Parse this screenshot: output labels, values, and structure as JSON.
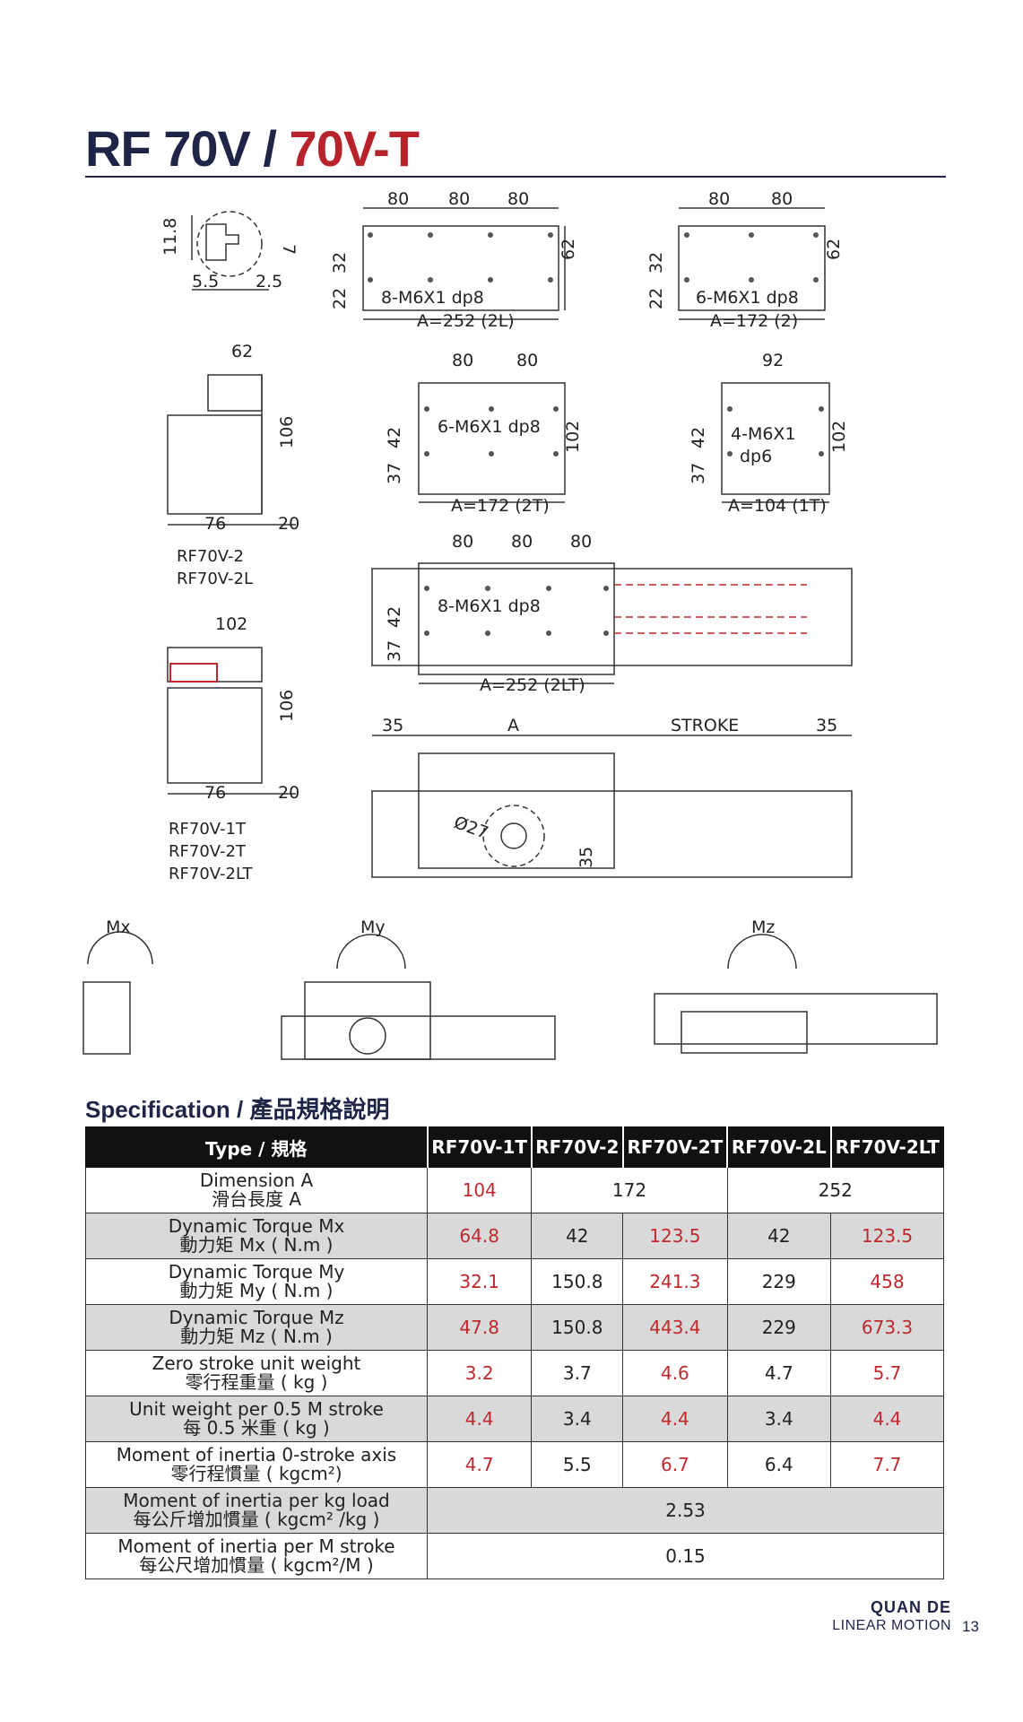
{
  "title": {
    "part1": "RF 70V",
    "sep": " / ",
    "part2": "70V-T"
  },
  "drawing_labels": {
    "d80": "80",
    "d11_8": "11.8",
    "d7": "7",
    "d5_5": "5.5",
    "d2_5": "2.5",
    "d32": "32",
    "d22": "22",
    "d62": "62",
    "d42": "42",
    "d37": "37",
    "d102": "102",
    "d106": "106",
    "d76": "76",
    "d20": "20",
    "d92": "92",
    "d35": "35",
    "holes_8": "8-M6X1 dp8",
    "holes_6": "6-M6X1 dp8",
    "holes_4a": "4-M6X1",
    "holes_4b": "dp6",
    "a252_2l": "A=252 (2L)",
    "a172_2": "A=172 (2)",
    "a172_2t": "A=172 (2T)",
    "a104_1t": "A=104 (1T)",
    "a252_2lt": "A=252 (2LT)",
    "dim_a": "A",
    "stroke": "STROKE",
    "dia27": "Ø27",
    "mx": "Mx",
    "my": "My",
    "mz": "Mz"
  },
  "captions": {
    "group1": [
      "RF70V-2",
      "RF70V-2L"
    ],
    "group2": [
      "RF70V-1T",
      "RF70V-2T",
      "RF70V-2LT"
    ]
  },
  "spec": {
    "heading": "Specification / 產品規格說明",
    "header": [
      "Type / 規格",
      "RF70V-1T",
      "RF70V-2",
      "RF70V-2T",
      "RF70V-2L",
      "RF70V-2LT"
    ],
    "rows": {
      "dimension": {
        "l1": "Dimension  A",
        "l2": "滑台長度 A",
        "v1": "104",
        "v2": "172",
        "v3": "252"
      },
      "mx": {
        "l1": "Dynamic Torque Mx",
        "l2": "動力矩 Mx ( N.m )",
        "v": [
          "64.8",
          "42",
          "123.5",
          "42",
          "123.5"
        ]
      },
      "my": {
        "l1": "Dynamic Torque My",
        "l2": "動力矩 My ( N.m )",
        "v": [
          "32.1",
          "150.8",
          "241.3",
          "229",
          "458"
        ]
      },
      "mz": {
        "l1": "Dynamic Torque Mz",
        "l2": "動力矩 Mz ( N.m )",
        "v": [
          "47.8",
          "150.8",
          "443.4",
          "229",
          "673.3"
        ]
      },
      "zero_weight": {
        "l1": "Zero stroke unit weight",
        "l2": "零行程重量 ( kg )",
        "v": [
          "3.2",
          "3.7",
          "4.6",
          "4.7",
          "5.7"
        ]
      },
      "unit_weight": {
        "l1": "Unit weight per 0.5 M stroke",
        "l2": "每 0.5 米重 ( kg )",
        "v": [
          "4.4",
          "3.4",
          "4.4",
          "3.4",
          "4.4"
        ]
      },
      "inertia0": {
        "l1": "Moment of inertia 0-stroke axis",
        "l2": "零行程慣量 ( kgcm²)",
        "v": [
          "4.7",
          "5.5",
          "6.7",
          "6.4",
          "7.7"
        ]
      },
      "inertia_kg": {
        "l1": "Moment of inertia per kg load",
        "l2": "每公斤增加慣量 ( kgcm² /kg )",
        "v": "2.53"
      },
      "inertia_m": {
        "l1": "Moment of inertia per M stroke",
        "l2": "每公尺增加慣量 ( kgcm²/M )",
        "v": "0.15"
      }
    }
  },
  "footer": {
    "brand": "QUAN DE",
    "sub": "LINEAR MOTION",
    "page": "13"
  },
  "colors": {
    "navy": "#1f2547",
    "red": "#b8232b",
    "gray_row": "#d9d9d9"
  }
}
